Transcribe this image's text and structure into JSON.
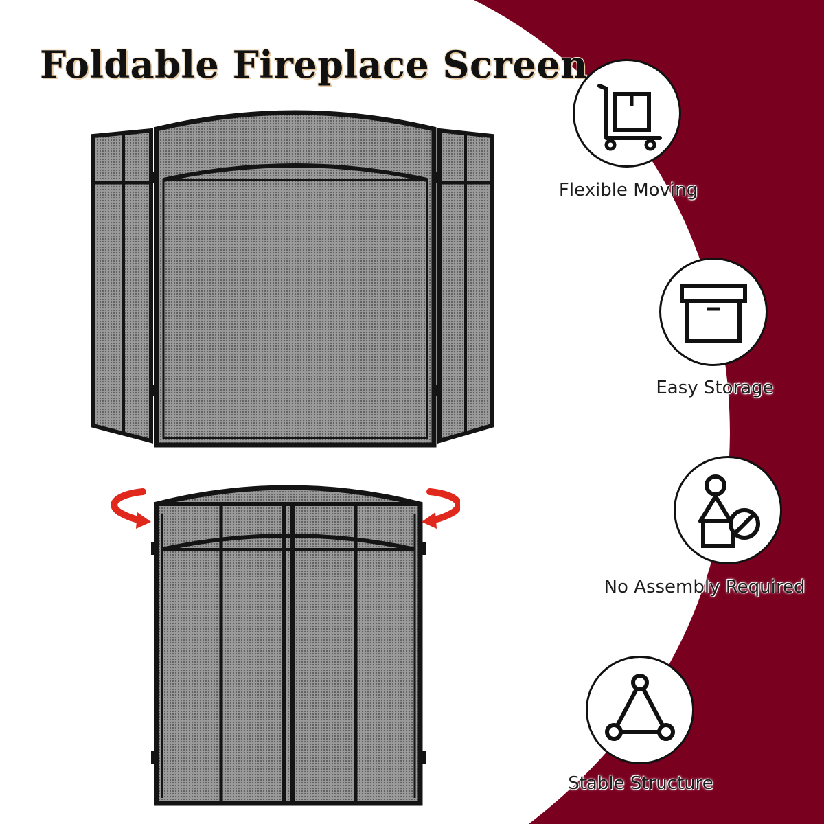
{
  "title": "Foldable Fireplace Screen",
  "colors": {
    "accent": "#7a0020",
    "frame": "#141414",
    "mesh": "#8f8f8f",
    "arrow": "#e0281c"
  },
  "features": [
    {
      "label": "Flexible Moving",
      "icon": "hand-truck-box-icon"
    },
    {
      "label": "Easy Storage",
      "icon": "storage-box-icon"
    },
    {
      "label": "No Assembly Required",
      "icon": "shapes-assembly-icon"
    },
    {
      "label": "Stable Structure",
      "icon": "triangle-structure-icon"
    }
  ]
}
